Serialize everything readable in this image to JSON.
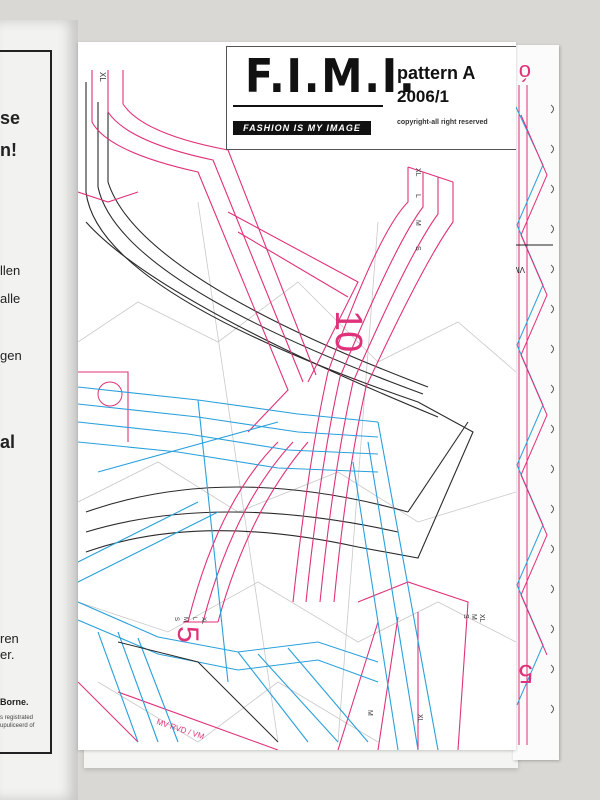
{
  "magazine": {
    "logo": "F.I.M.I.",
    "tagline": "FASHION IS MY IMAGE",
    "pattern_title": "pattern A",
    "issue": "2006/1",
    "copyright": "copyright-all right reserved"
  },
  "pattern_pieces": {
    "piece_10": {
      "number": "10",
      "sizes": [
        "XL",
        "L",
        "M",
        "S"
      ]
    },
    "piece_5": {
      "number": "5",
      "sizes": [
        "XL",
        "L",
        "M",
        "S"
      ]
    },
    "top_left_size": "XL",
    "right_sizes": [
      "XL",
      "M",
      "S"
    ],
    "lower_sizes": [
      "M",
      "XL"
    ],
    "bottom_label": "MV RVD / VM"
  },
  "right_strip": {
    "number": "5",
    "top_glyph": "ó",
    "label": "VM"
  },
  "left_page": {
    "fragments": [
      "se",
      "n!",
      "llen",
      "alle",
      "gen",
      "al",
      "ren",
      "er.",
      "Borne."
    ],
    "footnote_lines": [
      "s registrated",
      "upuliceerd of"
    ]
  },
  "colors": {
    "pink": "#e0327a",
    "blue": "#2aa0dc",
    "black": "#222222",
    "paper": "#ffffff"
  }
}
